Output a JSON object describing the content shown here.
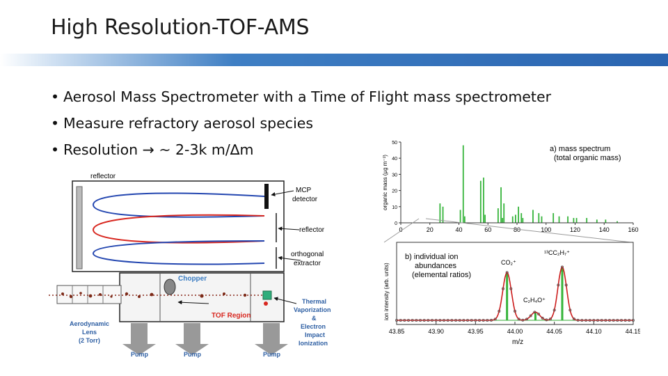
{
  "slide": {
    "title": "High Resolution-TOF-AMS",
    "bullets": [
      "Aerosol Mass Spectrometer with a Time of Flight mass spectrometer",
      "Measure refractory aerosol species",
      "Resolution → ~ 2-3k m/∆m"
    ]
  },
  "diagram": {
    "reflector_top": "reflector",
    "mcp_1": "MCP",
    "mcp_2": "detector",
    "reflector_right": "reflector",
    "orthogonal_1": "orthogonal",
    "orthogonal_2": "extractor",
    "chopper": "Chopper",
    "tof_region": "TOF Region",
    "thermal_1": "Thermal",
    "thermal_2": "Vaporization",
    "thermal_3": "&",
    "thermal_4": "Electron",
    "thermal_5": "Impact",
    "thermal_6": "Ionization",
    "lens_1": "Aerodynamic",
    "lens_2": "Lens",
    "lens_3": "(2 Torr)",
    "pump_1": "Pump",
    "pump_2": "Pump",
    "pump_3": "Pump",
    "colors": {
      "red": "#d8271f",
      "blue": "#2346b0",
      "accent": "#3a7cc2"
    }
  },
  "chart_data": [
    {
      "type": "bar",
      "title_1": "a) mass spectrum",
      "title_2": "(total organic mass)",
      "ylabel": "organic mass (µg m⁻³)",
      "xlabel": "",
      "xlim": [
        0,
        160
      ],
      "ylim": [
        0,
        50
      ],
      "xticks": [
        "0",
        "20",
        "40",
        "60",
        "80",
        "100",
        "120",
        "140",
        "160"
      ],
      "yticks": [
        "0",
        "10",
        "20",
        "30",
        "40",
        "50"
      ],
      "color": "#35b43a",
      "x": [
        27,
        29,
        41,
        43,
        44,
        55,
        57,
        58,
        67,
        69,
        70,
        71,
        77,
        79,
        81,
        83,
        84,
        91,
        95,
        97,
        105,
        109,
        115,
        119,
        121,
        128,
        135,
        141,
        149
      ],
      "values": [
        12,
        10,
        8,
        48,
        4,
        26,
        28,
        5,
        9,
        22,
        3,
        12,
        4,
        5,
        10,
        6,
        3,
        8,
        6,
        4,
        6,
        4,
        4,
        3,
        3,
        3,
        2,
        2,
        1
      ]
    },
    {
      "type": "line",
      "title_1": "b) individual ion",
      "title_2": "abundances",
      "title_3": "(elemental ratios)",
      "xlabel": "m/z",
      "ylabel": "ion intensity (arb. units)",
      "xlim": [
        43.85,
        44.15
      ],
      "xticks": [
        "43.85",
        "43.90",
        "43.95",
        "44.00",
        "44.05",
        "44.10",
        "44.15"
      ],
      "annotations": [
        "CO₂⁺",
        "C₂H₄O⁺",
        "¹³CC₂H₇⁺"
      ],
      "peaks": [
        {
          "name": "CO₂⁺",
          "x": 43.99,
          "height": 0.7
        },
        {
          "name": "C₂H₄O⁺",
          "x": 44.026,
          "height": 0.12
        },
        {
          "name": "¹³CC₂H₇⁺",
          "x": 44.06,
          "height": 0.78
        }
      ],
      "colors": {
        "fit": "#cc1b1b",
        "data": "#555555",
        "stick": "#35b43a",
        "baseline": "#33aa33"
      }
    }
  ]
}
